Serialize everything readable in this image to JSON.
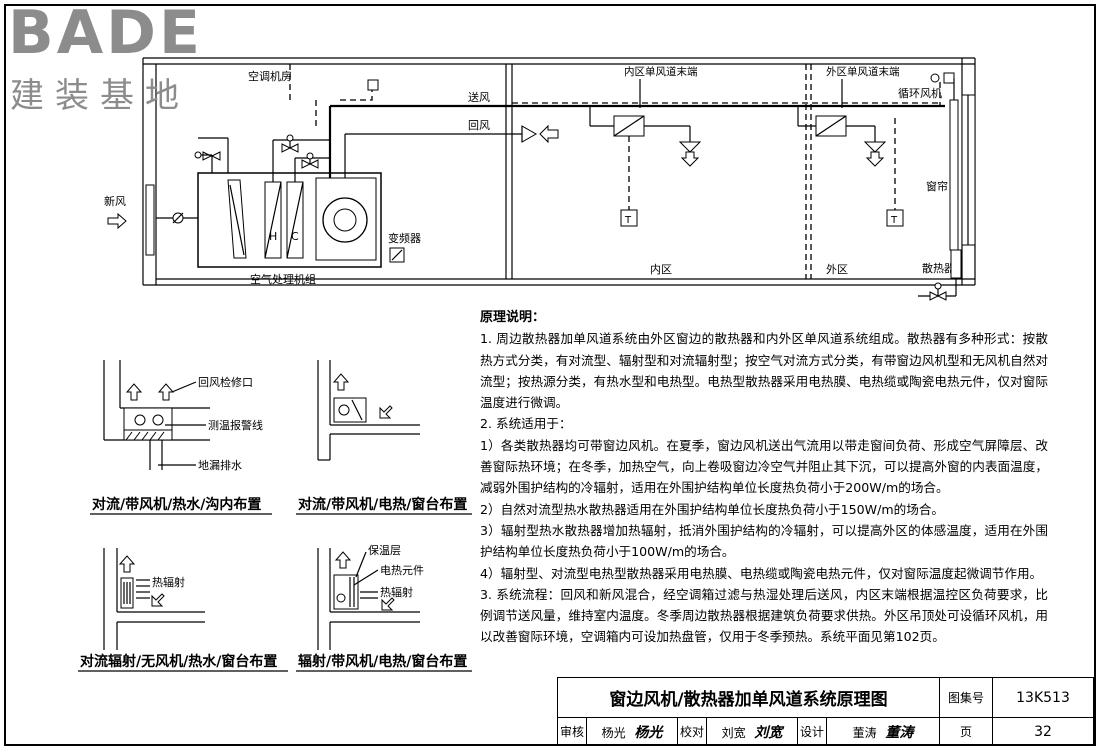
{
  "logo": {
    "brand": "BADE",
    "subtitle": "建装基地"
  },
  "diagram": {
    "ac_room": "空调机房",
    "fresh_air": "新风",
    "supply_air": "送风",
    "return_air": "回风",
    "ahu": "空气处理机组",
    "converter": "变频器",
    "heat_coil": "H",
    "cool_coil": "C",
    "inner_terminal": "内区单风道末端",
    "outer_terminal": "外区单风道末端",
    "circ_fan": "循环风机",
    "curtain": "窗帘",
    "radiator": "散热器",
    "inner_zone": "内区",
    "outer_zone": "外区",
    "thermostat": "T"
  },
  "details": {
    "d1_label1": "回风检修口",
    "d1_label2": "测温报警线",
    "d1_label3": "地漏排水",
    "d1_caption": "对流/带风机/热水/沟内布置",
    "d2_caption": "对流/带风机/电热/窗台布置",
    "d3_label1": "热辐射",
    "d3_caption": "对流辐射/无风机/热水/窗台布置",
    "d4_label1": "保温层",
    "d4_label2": "电热元件",
    "d4_label3": "热辐射",
    "d4_caption": "辐射/带风机/电热/窗台布置"
  },
  "notes": {
    "title": "原理说明：",
    "p1": "1. 周边散热器加单风道系统由外区窗边的散热器和内外区单风道系统组成。散热器有多种形式：按散热方式分类，有对流型、辐射型和对流辐射型；按空气对流方式分类，有带窗边风机型和无风机自然对流型；按热源分类，有热水型和电热型。电热型散热器采用电热膜、电热缆或陶瓷电热元件，仅对窗际温度进行微调。",
    "p2": "2. 系统适用于：",
    "p3": "1）各类散热器均可带窗边风机。在夏季，窗边风机送出气流用以带走窗间负荷、形成空气屏障层、改善窗际热环境；在冬季，加热空气，向上卷吸窗边冷空气并阻止其下沉，可以提高外窗的内表面温度，减弱外围护结构的冷辐射，适用在外围护结构单位长度热负荷小于200W/m的场合。",
    "p4": "2）自然对流型热水散热器适用在外围护结构单位长度热负荷小于150W/m的场合。",
    "p5": "3）辐射型热水散热器增加热辐射，抵消外围护结构的冷辐射，可以提高外区的体感温度，适用在外围护结构单位长度热负荷小于100W/m的场合。",
    "p6": "4）辐射型、对流型电热型散热器采用电热膜、电热缆或陶瓷电热元件，仅对窗际温度起微调节作用。",
    "p7": "3. 系统流程：回风和新风混合，经空调箱过滤与热湿处理后送风，内区末端根据温控区负荷要求，比例调节送风量，维持室内温度。冬季周边散热器根据建筑负荷要求供热。外区吊顶处可设循环风机，用以改善窗际环境，空调箱内可设加热盘管，仅用于冬季预热。系统平面见第102页。"
  },
  "title_block": {
    "title": "窗边风机/散热器加单风道系统原理图",
    "atlas_label": "图集号",
    "atlas_no": "13K513",
    "review_label": "审核",
    "review_name": "杨光",
    "check_label": "校对",
    "check_name": "刘宽",
    "design_label": "设计",
    "design_name": "董涛",
    "page_label": "页",
    "page_no": "32"
  }
}
